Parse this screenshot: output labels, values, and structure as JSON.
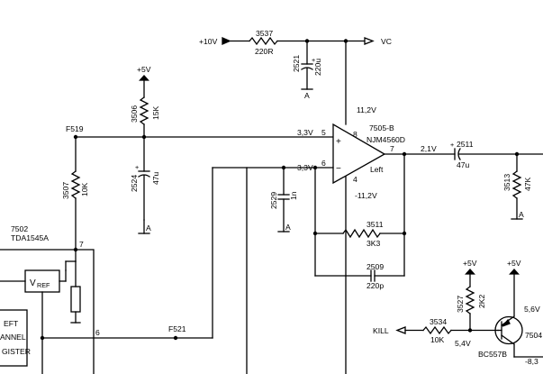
{
  "supply": {
    "v10": "+10V",
    "vc": "VC",
    "r3537": {
      "ref": "3537",
      "val": "220R"
    },
    "c2521": {
      "ref": "2521",
      "val": "220u"
    },
    "gnd_a": "A",
    "v11": "11,2V",
    "vneg11": "-11,2V"
  },
  "plus5": "+5V",
  "r3506": {
    "ref": "3506",
    "val": "15K"
  },
  "r3507": {
    "ref": "3507",
    "val": "10K"
  },
  "c2524": {
    "ref": "2524",
    "val": "47u"
  },
  "c2529": {
    "ref": "2529",
    "val": "1n"
  },
  "f519": "F519",
  "f521": "F521",
  "opamp": {
    "ref": "7505-B",
    "part": "NJM4560D",
    "side": "Left",
    "pin_noninv": "5",
    "pin_inv": "6",
    "pin_out": "7",
    "pin_vplus": "8",
    "pin_vminus": "4",
    "plus_sign": "+",
    "minus_sign": "−",
    "v_noninv": "3,3V",
    "v_inv": "3,3V",
    "v_out": "2,1V"
  },
  "r3511": {
    "ref": "3511",
    "val": "3K3"
  },
  "c2509": {
    "ref": "2509",
    "val": "220p"
  },
  "c2511": {
    "ref": "2511",
    "val": "47u"
  },
  "r3513": {
    "ref": "3513",
    "val": "47K"
  },
  "ic7502": {
    "ref": "7502",
    "part": "TDA1545A",
    "pin7": "7",
    "pin6": "6",
    "vref": "V",
    "vref_sub": "REF",
    "text_lines": [
      "EFT",
      "ANNEL",
      "GISTER"
    ]
  },
  "kill": "KILL",
  "r3534": {
    "ref": "3534",
    "val": "10K"
  },
  "r3527": {
    "ref": "3527",
    "val": "2K2"
  },
  "q7504": {
    "ref": "7504",
    "part": "BC557B",
    "v_base": "5,4V",
    "v_emitter": "5,6V",
    "v_collector": "-8,3"
  }
}
